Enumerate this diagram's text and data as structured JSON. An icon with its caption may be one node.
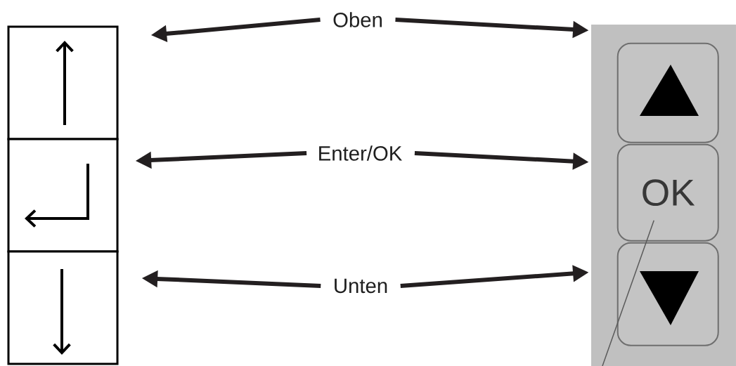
{
  "diagram": {
    "nodes": [
      {
        "text": [],
        "shape": "box"
      },
      {
        "text": [
          "Oben"
        ]
      },
      {
        "text": [],
        "shape": "box"
      },
      {
        "text": [],
        "shape": "box",
        "in": 2
      },
      {
        "text": [],
        "shape": "box"
      },
      {
        "text": [
          "Enter/OK"
        ]
      },
      {
        "text": [
          "OK"
        ],
        "in": 2
      },
      {
        "text": [],
        "shape": "box"
      },
      {
        "text": [
          "Unten"
        ]
      },
      {
        "text": [],
        "shape": "box",
        "in": 2
      }
    ],
    "edges": [
      {
        "from": 1,
        "to": 0,
        "arrow": "to"
      },
      {
        "from": 1,
        "to": 3,
        "arrow": "to"
      },
      {
        "from": 5,
        "to": 4,
        "arrow": "to"
      },
      {
        "from": 5,
        "to": 6,
        "arrow": "to"
      },
      {
        "from": 8,
        "to": 7,
        "arrow": "to"
      },
      {
        "from": 8,
        "to": 9,
        "arrow": "to"
      },
      {
        "from": 6,
        "to": null,
        "arrow": "none",
        "color": "#5a5a5a"
      }
    ]
  }
}
